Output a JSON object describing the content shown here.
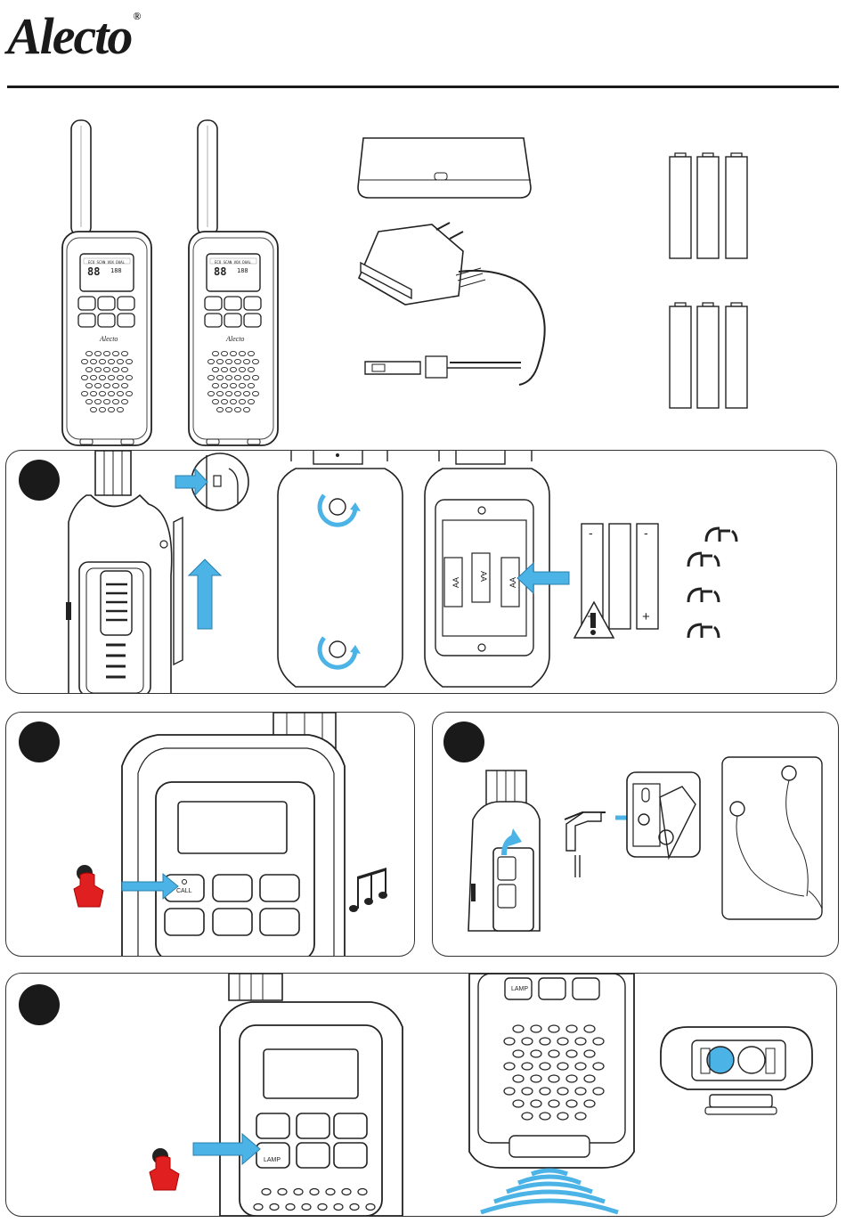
{
  "brand": {
    "name": "Alecto",
    "registered": "®"
  },
  "device": {
    "logo": "Alecto",
    "lcd_line": "ECO SCAN VOX DUAL",
    "lcd_digits": "88",
    "lcd_small": "188"
  },
  "batteries": {
    "cell_label": "AA",
    "minus": "-",
    "plus": "+"
  },
  "buttons": {
    "call": "CALL",
    "lamp": "LAMP"
  },
  "colors": {
    "accent_blue": "#4cb3e6",
    "hand_red": "#e02020",
    "outline": "#222222"
  }
}
